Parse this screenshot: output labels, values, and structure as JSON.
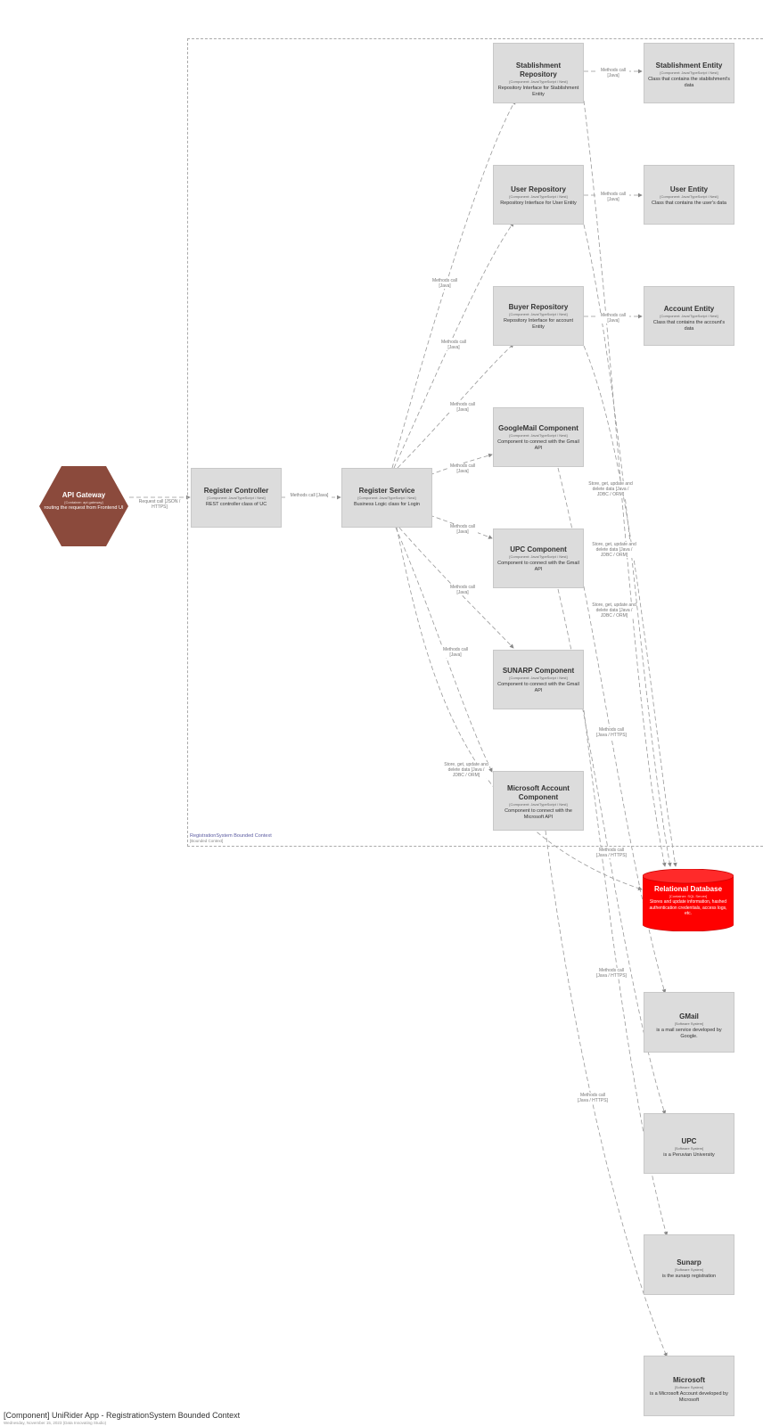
{
  "colors": {
    "node_bg": "#dcdcdc",
    "gateway": "#8b4a3c",
    "database": "#ff0000",
    "boundary": "#aaaaaa",
    "edge": "#888888"
  },
  "gateway": {
    "title": "API Gateway",
    "meta": "[Container: api gateway]",
    "desc": "routing the request from Frontend UI"
  },
  "components": {
    "register_controller": {
      "title": "Register Controller",
      "meta": "[Component: Java/TypeScript / Nest]",
      "desc": "REST controller class of UC"
    },
    "register_service": {
      "title": "Register Service",
      "meta": "[Component: Java/TypeScript / Nest]",
      "desc": "Business Logic class for Login"
    },
    "stablishment_repository": {
      "title": "Stablishment Repository",
      "meta": "[Component: Java/TypeScript / Nest]",
      "desc": "Repository Interface for Stablishment Entity"
    },
    "user_repository": {
      "title": "User Repository",
      "meta": "[Component: Java/TypeScript / Nest]",
      "desc": "Repository Interface for User Entity"
    },
    "buyer_repository": {
      "title": "Buyer Repository",
      "meta": "[Component: Java/TypeScript / Nest]",
      "desc": "Repository Interface for account Entity"
    },
    "googlemail_component": {
      "title": "GoogleMail Component",
      "meta": "[Component: Java/TypeScript / Nest]",
      "desc": "Component to connect with the Gmail API"
    },
    "upc_component": {
      "title": "UPC Component",
      "meta": "[Component: Java/TypeScript / Nest]",
      "desc": "Component to connect with the Gmail API"
    },
    "sunarp_component": {
      "title": "SUNARP Component",
      "meta": "[Component: Java/TypeScript / Nest]",
      "desc": "Component to connect with the Gmail API"
    },
    "microsoft_component": {
      "title": "Microsoft Account Component",
      "meta": "[Component: Java/TypeScript / Nest]",
      "desc": "Component to connect with the Microsoft API"
    },
    "stablishment_entity": {
      "title": "Stablishment Entity",
      "meta": "[Component: Java/TypeScript / Nest]",
      "desc": "Class that contains the stablishment's data"
    },
    "user_entity": {
      "title": "User Entity",
      "meta": "[Component: Java/TypeScript / Nest]",
      "desc": "Class that contains the user's data"
    },
    "account_entity": {
      "title": "Account Entity",
      "meta": "[Component: Java/TypeScript / Nest]",
      "desc": "Class that contains the account's data"
    }
  },
  "database": {
    "title": "Relational Database",
    "meta": "[Container: SQL Server]",
    "desc": "Stores and update information, hashed authentication credentials, access logs, etc."
  },
  "external_systems": {
    "gmail": {
      "title": "GMail",
      "meta": "[Software System]",
      "desc": "is a mail service developed by Google."
    },
    "upc": {
      "title": "UPC",
      "meta": "[Software System]",
      "desc": "is a Peruvian University"
    },
    "sunarp": {
      "title": "Sunarp",
      "meta": "[Software System]",
      "desc": "is the sunarp registration"
    },
    "microsoft": {
      "title": "Microsoft",
      "meta": "[Software System]",
      "desc": "is a Microsoft Account developed by Microsoft"
    }
  },
  "edge_labels": {
    "request_call": "Request call [JSON / HTTPS]",
    "methods_call": "Methods call [Java]",
    "store_update": "Store, get, update and delete data [Java / JDBC / ORM]",
    "methods_call_api": "Methods call [Java / HTTPS]"
  },
  "boundary": {
    "title": "RegistrationSystem Bounded Context",
    "type": "[Bounded Context]"
  },
  "footer": {
    "title": "[Component] UniRider App - RegistrationSystem Bounded Context",
    "subtitle": "Wednesday, November 15, 2023 (Data Innovating Studio)"
  }
}
